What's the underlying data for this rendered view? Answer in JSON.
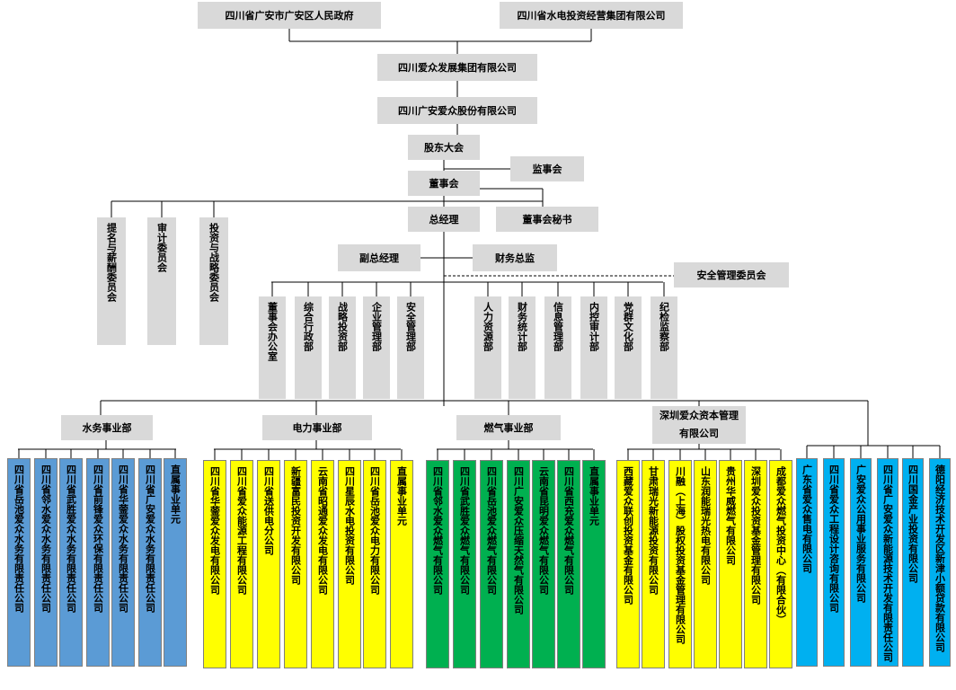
{
  "colors": {
    "grey": "#d9d9d9",
    "water": "#5b9bd5",
    "power": "#ffff00",
    "gas": "#00b050",
    "capital": "#ffff00",
    "other": "#00b0f0"
  },
  "top": {
    "gov": "四川省广安市广安区人民政府",
    "hydro": "四川省水电投资经营集团有限公司",
    "group": "四川爱众发展集团有限公司",
    "stock": "四川广安爱众股份有限公司",
    "shareholders": "股东大会",
    "supervisors": "监事会",
    "board": "董事会",
    "board_secretary": "董事会秘书",
    "gm": "总经理",
    "deputy_gm": "副总经理",
    "cfo": "财务总监",
    "safety_committee": "安全管理委员会"
  },
  "committees": [
    "提名与薪酬委员会",
    "审计委员会",
    "投资与战略委员会"
  ],
  "departments": [
    "董事会办公室",
    "综合行政部",
    "战略投资部",
    "企业管理部",
    "安全管理部",
    "人力资源部",
    "财务统计部",
    "信息管理部",
    "内控审计部",
    "党群文化部",
    "纪检监察部"
  ],
  "divisions": {
    "water": "水务事业部",
    "power": "电力事业部",
    "gas": "燃气事业部",
    "capital": "深圳爱众资本管理有限公司"
  },
  "subsidiaries": {
    "water": [
      "四川省岳池爱众水务有限责任公司",
      "四川省邻水爱众水务有限责任公司",
      "四川省武胜爱众水务有限责任公司",
      "四川省前锋爱众环保有限责任公司",
      "四川省华蓥爱众水务有限责任公司",
      "四川省广安爱众水务有限责任公司",
      "直属事业单元"
    ],
    "power": [
      "四川省华蓥爱众发电有限公司",
      "四川省爱众能源工程有限公司",
      "四川省送供电分公司",
      "新疆富民投资开发有限公司",
      "云南省昭通爱众发电有限公司",
      "四川星辰水电投资有限公司",
      "四川省岳池爱众电力有限公司",
      "直属事业单元"
    ],
    "gas": [
      "四川省邻水爱众燃气有限公司",
      "四川省武胜爱众燃气有限公司",
      "四川省岳池爱众燃气有限公司",
      "四川广安爱众压缩天然气有限公司",
      "云南省昆明爱众燃气有限公司",
      "四川省西充爱众燃气有限公司",
      "直属事业单元"
    ],
    "capital": [
      "西藏爱众联创投资基金有限公司",
      "甘肃瑞光新能源投资有限公司",
      "川融（上海）股权投资基金管理有限公司",
      "山东润能瑞光热电有限公司",
      "贵州华威燃气有限公司",
      "深圳爱众投资基金管理有限公司",
      "成都爱众燃气投资中心（有限合伙）"
    ],
    "other": [
      "广东省爱众售电有限公司",
      "四川省爱众工程设计咨询有限公司",
      "广安爱众公用事业服务有限公司",
      "四川省广安爱众新能源技术开发有限责任公司",
      "四川国金产业投资有限公司",
      "德阳经济技术开发区新津小额贷款有限公司"
    ]
  }
}
